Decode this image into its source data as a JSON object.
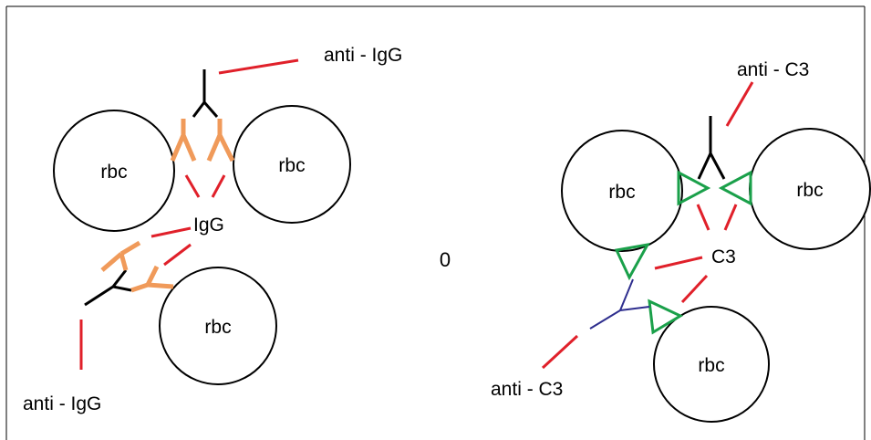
{
  "left_panel": {
    "top_antibody_label": "anti - IgG",
    "cell_a_label": "rbc",
    "cell_b_label": "rbc",
    "center_label": "IgG",
    "cell_c_label": "rbc",
    "bottom_antibody_label": "anti - IgG"
  },
  "middle": {
    "label": "0"
  },
  "right_panel": {
    "top_antibody_label": "anti - C3",
    "cell_a_label": "rbc",
    "cell_b_label": "rbc",
    "center_label": "C3",
    "cell_c_label": "rbc",
    "bottom_antibody_label": "anti - C3"
  },
  "colors": {
    "pointer_lines": "#e0202a",
    "igg_antibody": "#f09a5a",
    "c3_fragment": "#1aa04a",
    "anti_igg": "#000000",
    "anti_c3_lower": "#2e2e8e"
  }
}
